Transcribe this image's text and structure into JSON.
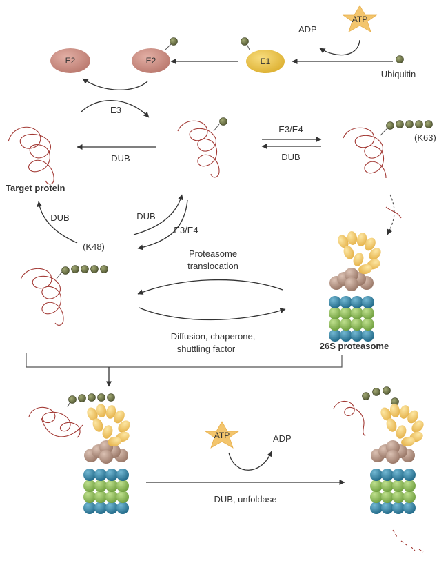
{
  "colors": {
    "e2": "#c98a80",
    "e1": "#ecc246",
    "ubiquitin": "#6d7449",
    "atp_star": "#f3c56d",
    "protein_chain": "#a33a35",
    "proteasome_cap_lid": "#f3c96a",
    "proteasome_cap_base": "#b9998a",
    "proteasome_ring_blue": "#2f84a6",
    "proteasome_ring_green": "#8ebf57"
  },
  "enzymes": {
    "e2_left": "E2",
    "e2_right": "E2",
    "e1": "E1",
    "atp_top": "ATP",
    "atp_bottom": "ATP"
  },
  "labels": {
    "adp_top": "ADP",
    "ubiquitin": "Ubiquitin",
    "e3": "E3",
    "dub_left": "DUB",
    "e3e4_top": "E3/E4",
    "dub_top_right": "DUB",
    "k63": "(K63)",
    "target_protein": "Target protein",
    "dub_target": "DUB",
    "dub_mid": "DUB",
    "e3e4_mid": "E3/E4",
    "k48": "(K48)",
    "proteasome_translocation_1": "Proteasome",
    "proteasome_translocation_2": "translocation",
    "diffusion_1": "Diffusion, chaperone,",
    "diffusion_2": "shuttling factor",
    "proteasome_26s": "26S proteasome",
    "adp_bottom": "ADP",
    "dub_unfoldase": "DUB, unfoldase"
  },
  "icons": [
    "ubiquitin-bead",
    "atp-star",
    "proteasome-complex",
    "protein-chain"
  ]
}
